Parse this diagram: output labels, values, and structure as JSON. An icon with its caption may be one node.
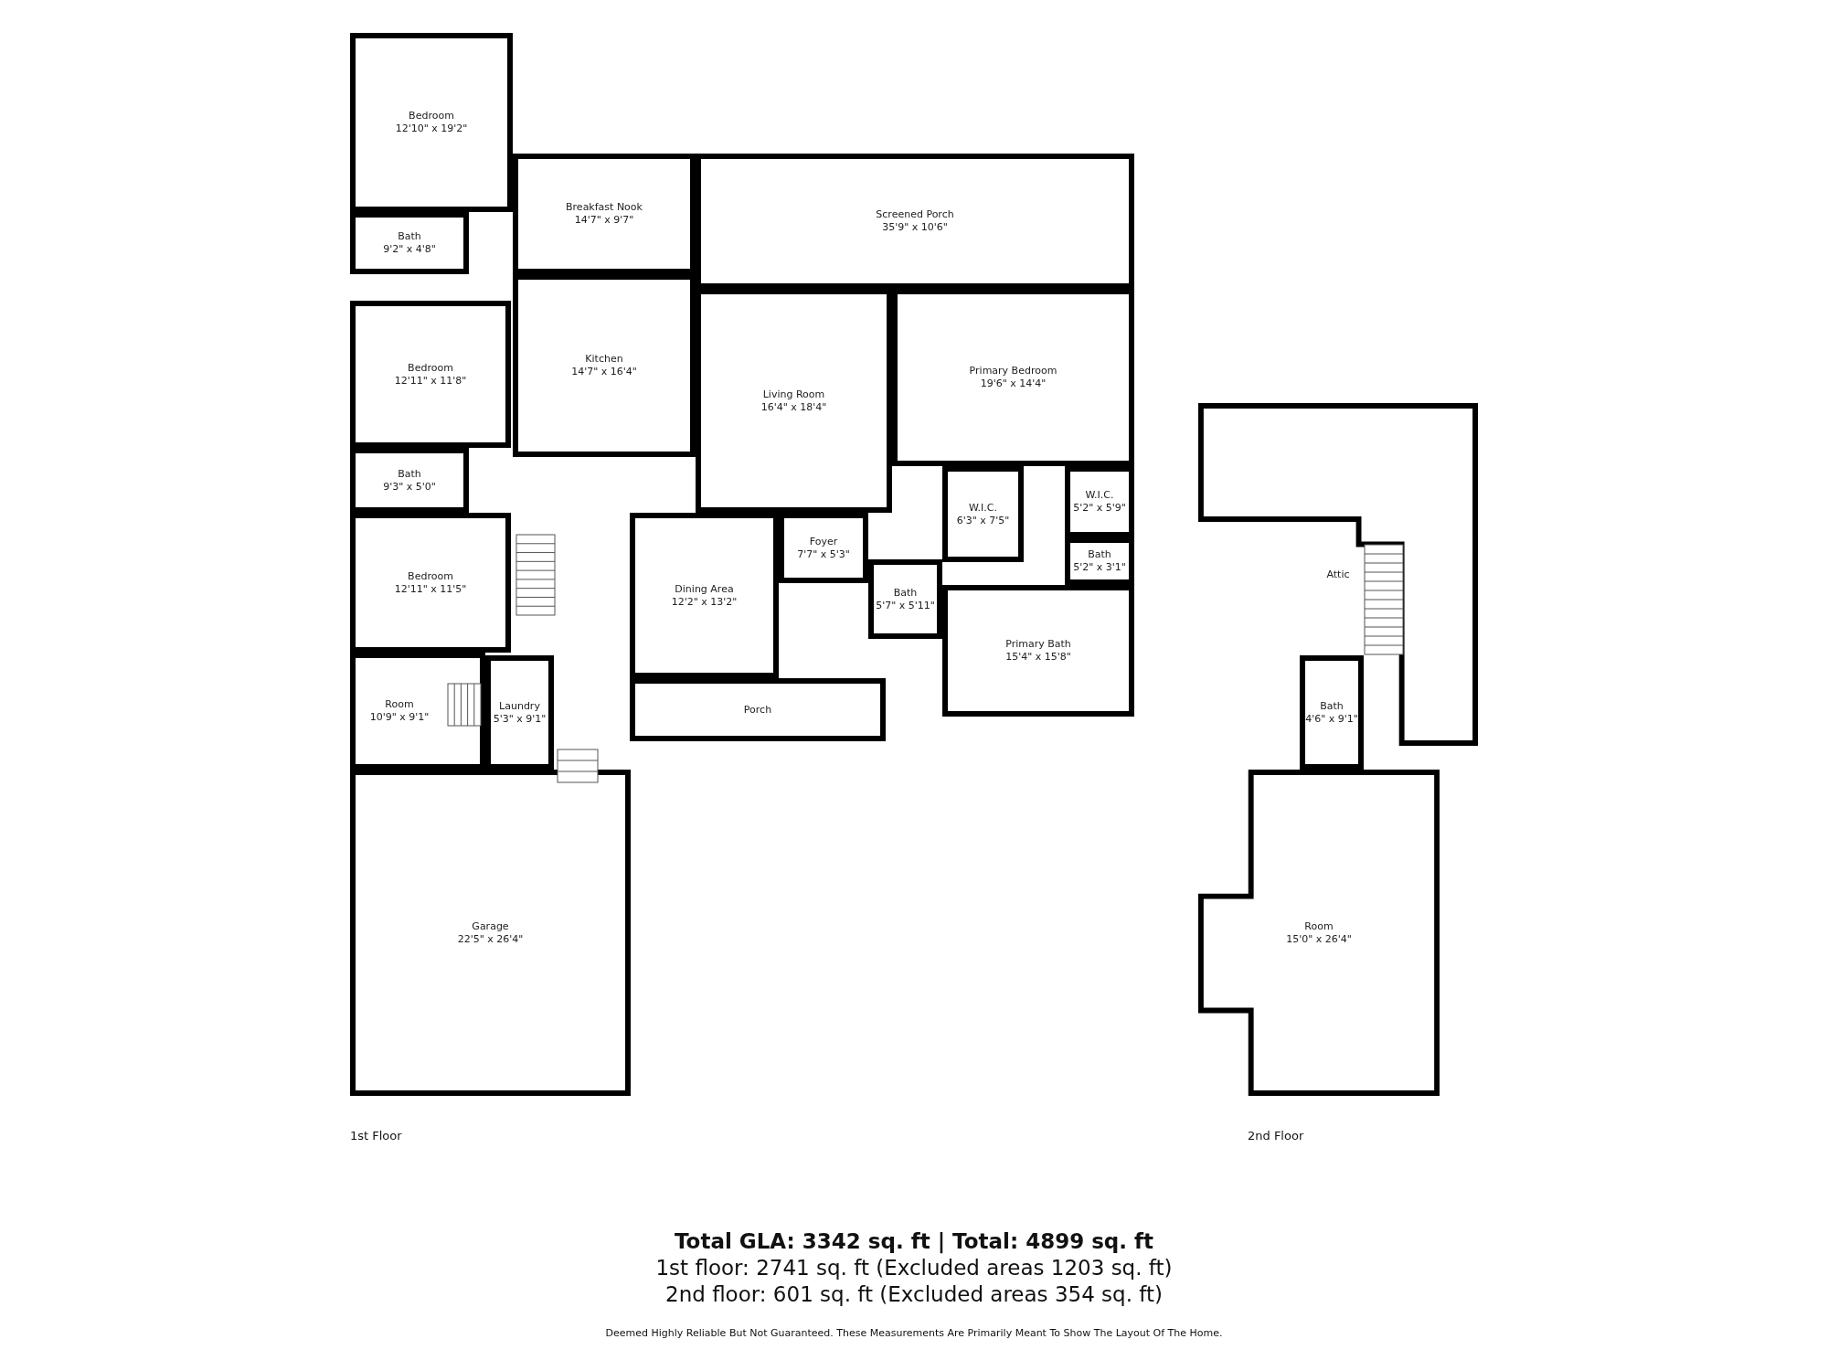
{
  "diagram": {
    "nodes": [
      {
        "text": [
          "Bedroom",
          "12'10\" x 19'2\""
        ]
      },
      {
        "text": [
          "Bath",
          "9'2\" x 4'8\""
        ]
      },
      {
        "text": [
          "Breakfast Nook",
          "14'7\" x 9'7\""
        ]
      },
      {
        "text": [
          "Screened Porch",
          "35'9\" x 10'6\""
        ]
      },
      {
        "text": [
          "Bedroom",
          "12'11\" x 11'8\""
        ]
      },
      {
        "text": [
          "Kitchen",
          "14'7\" x 16'4\""
        ]
      },
      {
        "text": [
          "Primary Bedroom",
          "19'6\" x 14'4\""
        ]
      },
      {
        "text": [
          "Living Room",
          "16'4\" x 18'4\""
        ]
      },
      {
        "text": [
          "Attic"
        ]
      },
      {
        "text": [
          "Bath",
          "9'3\" x 5'0\""
        ]
      },
      {
        "text": [
          "W.I.C.",
          "6'3\" x 7'5\""
        ]
      },
      {
        "text": [
          "W.I.C.",
          "5'2\" x 5'9\""
        ]
      },
      {
        "text": [
          "Foyer",
          "7'7\" x 5'3\""
        ]
      },
      {
        "text": [
          "Bath",
          "5'2\" x 3'1\""
        ]
      },
      {
        "text": [
          "Bedroom",
          "12'11\" x 11'5\""
        ]
      },
      {
        "text": [
          "Dining Area",
          "12'2\" x 13'2\""
        ]
      },
      {
        "text": [
          "Bath",
          "5'7\" x 5'11\""
        ]
      },
      {
        "text": [
          "Primary Bath",
          "15'4\" x 15'8\""
        ]
      },
      {
        "text": [
          "Room",
          "10'9\" x 9'1\""
        ]
      },
      {
        "text": [
          "Laundry",
          "5'3\" x 9'1\""
        ]
      },
      {
        "text": [
          "Porch"
        ]
      },
      {
        "text": [
          "Bath",
          "4'6\" x 9'1\""
        ]
      },
      {
        "text": [
          "Garage",
          "22'5\" x 26'4\""
        ]
      },
      {
        "text": [
          "Room",
          "15'0\" x 26'4\""
        ]
      }
    ],
    "labels": [
      "1st Floor",
      "2nd Floor",
      "Total GLA: 3342 sq. ft | Total: 4899 sq. ft",
      "1st floor: 2741 sq. ft (Excluded areas 1203 sq. ft)",
      "2nd floor: 601 sq. ft (Excluded areas 354 sq. ft)",
      "Deemed Highly Reliable But Not Guaranteed. These Measurements Are Primarily Meant To Show The Layout Of The Home."
    ]
  }
}
